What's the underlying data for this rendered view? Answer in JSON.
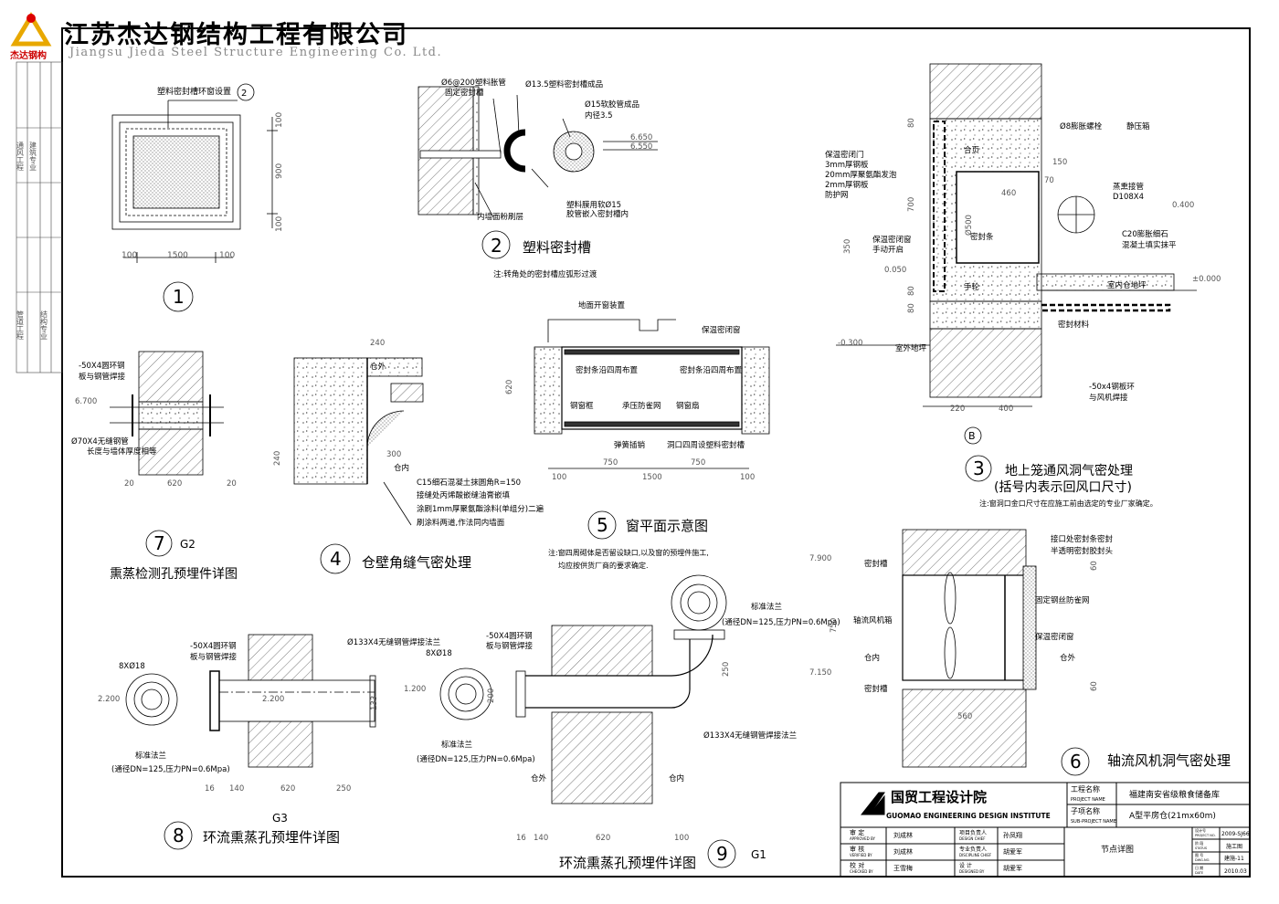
{
  "company": {
    "name_cn": "江苏杰达钢结构工程有限公司",
    "name_en": "Jiangsu Jieda Steel Structure Engineering Co. Ltd.",
    "logo_text": "杰达钢构"
  },
  "margin_notes": [
    "通风工程",
    "建筑专业",
    "管道工程",
    "结构专业"
  ],
  "details": {
    "d1": {
      "number": "1",
      "label": "塑料密封槽环窗设置",
      "ref": "2",
      "dims": [
        "100",
        "1500",
        "100",
        "100",
        "900",
        "100"
      ]
    },
    "d2": {
      "number": "2",
      "title": "塑料密封槽",
      "note": "注:转角处的密封槽应弧形过渡",
      "labels": [
        "Ø6@200塑料胀管",
        "固定密封槽",
        "Ø13.5塑料密封槽成品",
        "Ø15软胶管成品",
        "内径3.5",
        "塑料膜用软Ø15",
        "胶管嵌入密封槽内",
        "内墙面粉刷层"
      ],
      "levels": [
        "6.650",
        "6.550"
      ]
    },
    "d3": {
      "number": "3",
      "title": "地上笼通风洞气密处理",
      "subtitle": "(括号内表示回风口尺寸)",
      "note": "注:窗洞口金口尺寸在应施工前由选定的专业厂家确定。",
      "labels": [
        "保温密闭门",
        "3mm厚钢板",
        "20mm厚聚氨酯发泡",
        "2mm厚钢板",
        "防护网",
        "保温密闭窗",
        "手动开启",
        "Ø8膨胀螺栓",
        "静压箱",
        "合页",
        "蒸熏接管",
        "D108X4",
        "C20膨胀细石",
        "混凝土填实抹平",
        "密封条",
        "手轮",
        "室内仓地坪",
        "密封材料",
        "室外地坪",
        "-50x4钢板环",
        "与风机焊接"
      ],
      "dims": [
        "80",
        "700",
        "80",
        "80",
        "350",
        "150",
        "460",
        "70",
        "220",
        "400",
        "0.400",
        "0.050",
        "±0.000",
        "-0.300",
        "Ø500"
      ],
      "axis": "B"
    },
    "d4": {
      "number": "4",
      "title": "仓壁角缝气密处理",
      "labels": [
        "仓外",
        "仓内",
        "C15细石混凝土抹圆角R=150",
        "接缝处丙烯酸嵌缝油膏嵌填",
        "涂刷1mm厚聚氨酯涂料(单组分)二遍",
        "刷涂料两道,作法同内墙面"
      ],
      "dims": [
        "240",
        "240",
        "300"
      ]
    },
    "d5": {
      "number": "5",
      "title": "窗平面示意图",
      "note1": "注:窗四周砌体是否留设缺口,以及窗的预埋件施工,",
      "note2": "均应按供货厂商的要求确定.",
      "labels": [
        "地面开窗装置",
        "保温密闭窗",
        "密封条沿四周布置",
        "密封条沿四周布置",
        "钢窗框",
        "承压防雀网",
        "钢窗扇",
        "弹簧插销",
        "洞口四周设塑料密封槽"
      ],
      "dims": [
        "620",
        "100",
        "750",
        "1500",
        "750",
        "100"
      ]
    },
    "d6": {
      "number": "6",
      "title": "轴流风机洞气密处理",
      "labels": [
        "接口处密封条密封",
        "半透明密封胶封头",
        "密封槽",
        "固定钢丝防雀网",
        "轴流风机箱",
        "保温密闭窗",
        "仓内",
        "仓外",
        "密封槽"
      ],
      "dims": [
        "7.900",
        "7.150",
        "750",
        "60",
        "60",
        "560"
      ]
    },
    "d7": {
      "number": "7",
      "code": "G2",
      "title": "熏蒸检测孔预埋件详图",
      "labels": [
        "-50X4圆环钢",
        "板与钢管焊接",
        "Ø70X4无缝钢管",
        "长度与墙体厚度相等"
      ],
      "dims": [
        "6.700",
        "620",
        "20",
        "20"
      ]
    },
    "d8": {
      "number": "8",
      "code": "G3",
      "title": "环流熏蒸孔预埋件详图",
      "labels": [
        "-50X4圆环钢",
        "板与钢管焊接",
        "Ø133X4无缝钢管焊接法兰",
        "8XØ18",
        "标准法兰",
        "(通径DN=125,压力PN=0.6Mpa)"
      ],
      "dims": [
        "2.200",
        "2.200",
        "133",
        "16",
        "140",
        "620",
        "250"
      ]
    },
    "d9": {
      "number": "9",
      "code": "G1",
      "title": "环流熏蒸孔预埋件详图",
      "labels": [
        "-50X4圆环钢",
        "板与钢管焊接",
        "8XØ18",
        "1.200",
        "标准法兰",
        "(通径DN=125,压力PN=0.6Mpa)",
        "Ø133X4无缝钢管焊接法兰",
        "标准法兰",
        "(通径DN=125,压力PN=0.6Mpa)",
        "仓外",
        "仓内"
      ],
      "dims": [
        "200",
        "250",
        "16",
        "140",
        "620",
        "100"
      ]
    }
  },
  "title_block": {
    "institute_cn": "国贸工程设计院",
    "institute_en": "GUOMAO ENGINEERING DESIGN INSTITUTE",
    "project_label": "工程名称",
    "project_label_en": "PROJECT NAME",
    "project": "福建南安省级粮食储备库",
    "sub_label": "子项名称",
    "sub_label_en": "SUB-PROJECT NAME",
    "sub_project": "A型平房仓(21mx60m)",
    "drawing_title": "节点详图",
    "roles": [
      {
        "cn": "审 定",
        "en": "APPROVED BY",
        "name": "刘成林"
      },
      {
        "cn": "审 核",
        "en": "VERIFIED BY",
        "name": "刘成林"
      },
      {
        "cn": "校 对",
        "en": "CHECKED BY",
        "name": "王雪梅"
      }
    ],
    "roles2": [
      {
        "cn": "项目负责人",
        "en": "DESIGN CHIEF",
        "name": "孙凤翔"
      },
      {
        "cn": "专业负责人",
        "en": "DISCIPLINE CHIEF",
        "name": "胡爱军"
      },
      {
        "cn": "设 计",
        "en": "DESIGNED BY",
        "name": "胡爱军"
      }
    ],
    "meta": [
      {
        "cn": "设计号",
        "en": "PROJECT NO.",
        "value": "2009-SJ66"
      },
      {
        "cn": "阶 段",
        "en": "STATUS",
        "value": "施工图"
      },
      {
        "cn": "图 号",
        "en": "DWG.NO.",
        "value": "建施-11"
      },
      {
        "cn": "日 期",
        "en": "DATE",
        "value": "2010.03"
      }
    ]
  }
}
